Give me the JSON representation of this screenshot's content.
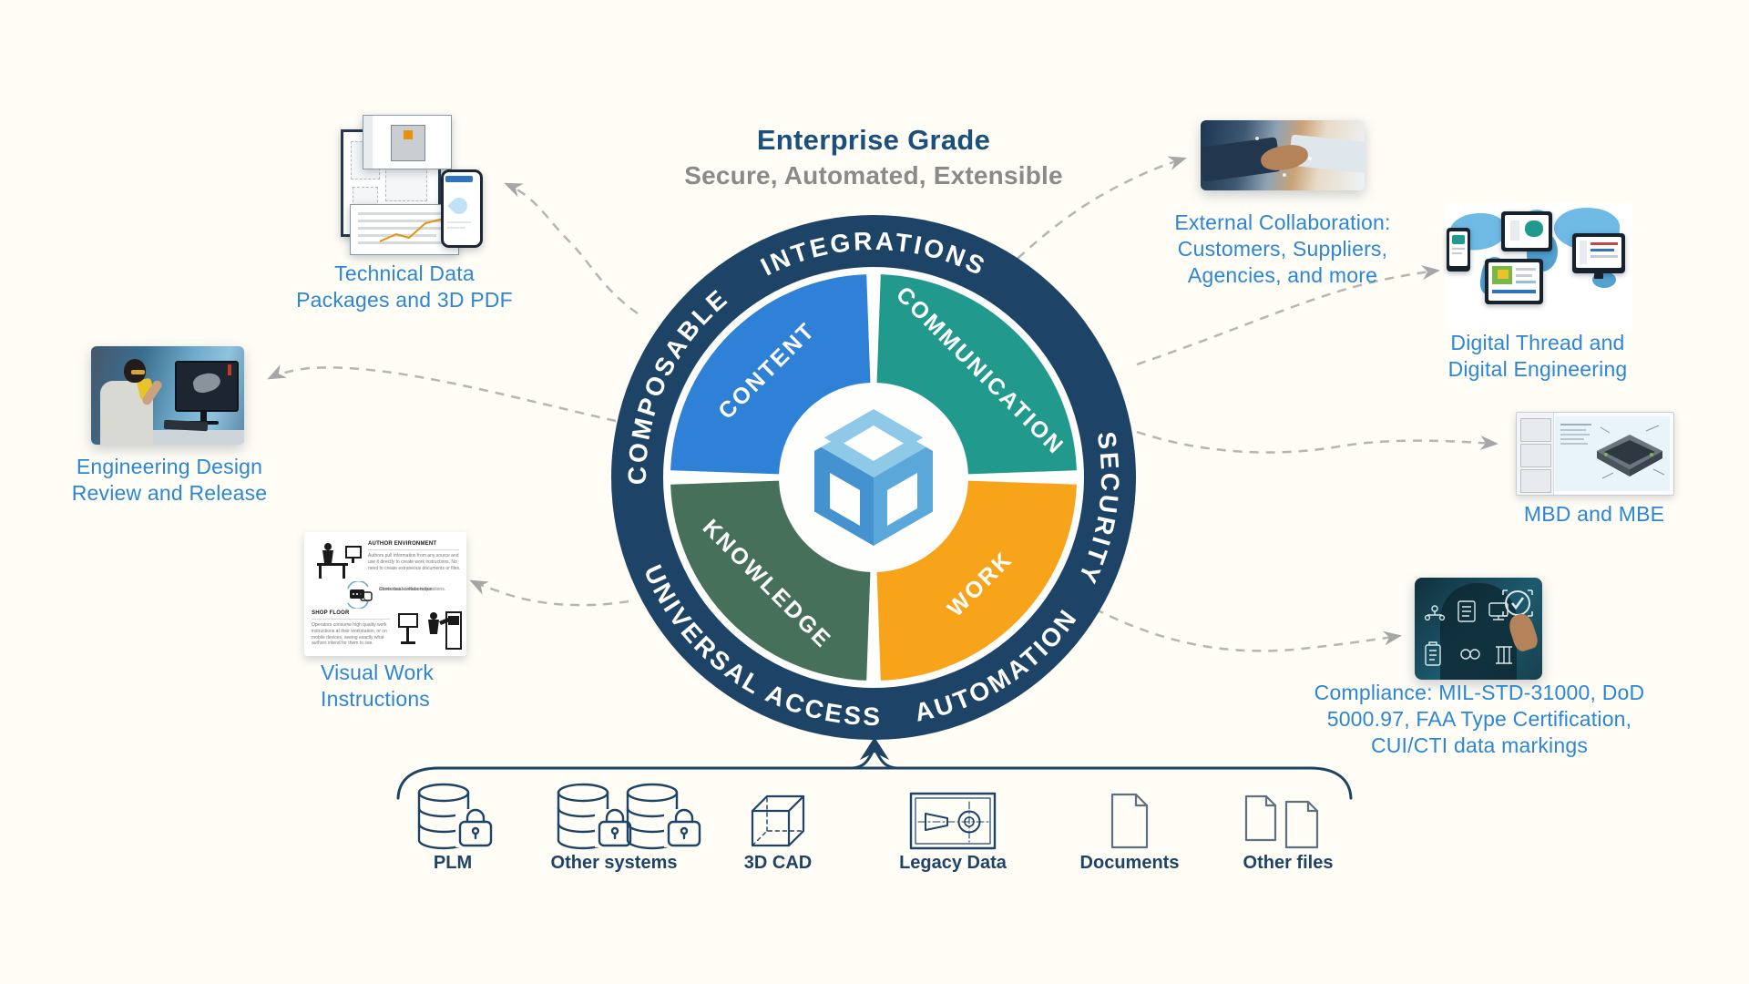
{
  "title": {
    "heading": "Enterprise Grade",
    "subheading": "Secure, Automated, Extensible"
  },
  "colors": {
    "ring_navy": "#1d4366",
    "quadrant_blue": "#2e81d6",
    "quadrant_teal": "#21998c",
    "quadrant_green": "#46705a",
    "quadrant_orange": "#f8a41b",
    "callout_blue": "#2b87d5",
    "connector_gray": "#b5b5b5"
  },
  "wheel": {
    "ring": {
      "top": "INTEGRATIONS",
      "upper_left": "COMPOSABLE",
      "right": "SECURITY",
      "lower_left": "UNIVERSAL ACCESS",
      "lower_right": "AUTOMATION"
    },
    "quadrants": {
      "top_left": "CONTENT",
      "top_right": "COMMUNICATION",
      "bottom_left": "KNOWLEDGE",
      "bottom_right": "WORK"
    },
    "center_logo": "anark-cube-logo"
  },
  "callouts": {
    "technical_data": {
      "label": "Technical Data\nPackages and 3D PDF",
      "image": "technical-drawing-windows-collage"
    },
    "engineering": {
      "label": "Engineering Design\nReview and Release",
      "image": "engineer-at-cad-workstation-photo"
    },
    "visual_work": {
      "label": "Visual Work\nInstructions",
      "image": "work-instructions-illustration",
      "illustration": {
        "author_heading": "AUTHOR ENVIRONMENT",
        "author_body": "Authors pull information from any source and use it directly to create work instructions. No need to create extraneous documents or files.",
        "collab_bold": "Contextual collaboration",
        "collab_rest": " allows fast answers to questions.",
        "shop_heading": "SHOP FLOOR",
        "shop_body": "Operators consume high quality work instructions at their workstation, or on mobile devices, seeing exactly what authors intend for them to see."
      }
    },
    "external_collab": {
      "label": "External Collaboration:\nCustomers, Suppliers,\nAgencies, and more",
      "image": "handshake-photo"
    },
    "digital_thread": {
      "label": "Digital Thread and\nDigital Engineering",
      "image": "world-map-devices-graphic"
    },
    "mbd": {
      "label": "MBD and MBE",
      "image": "model-based-definition-document"
    },
    "compliance": {
      "label": "Compliance: MIL-STD-31000, DoD\n5000.97, FAA Type Certification,\nCUI/CTI data markings",
      "image": "compliance-checkmark-photo"
    }
  },
  "sources": [
    {
      "label": "PLM",
      "icon": "database-lock-icon"
    },
    {
      "label": "Other systems",
      "icon": "databases-lock-icon"
    },
    {
      "label": "3D CAD",
      "icon": "cube-wireframe-icon"
    },
    {
      "label": "Legacy Data",
      "icon": "engineering-drawing-icon"
    },
    {
      "label": "Documents",
      "icon": "document-icon"
    },
    {
      "label": "Other files",
      "icon": "files-icon"
    }
  ]
}
